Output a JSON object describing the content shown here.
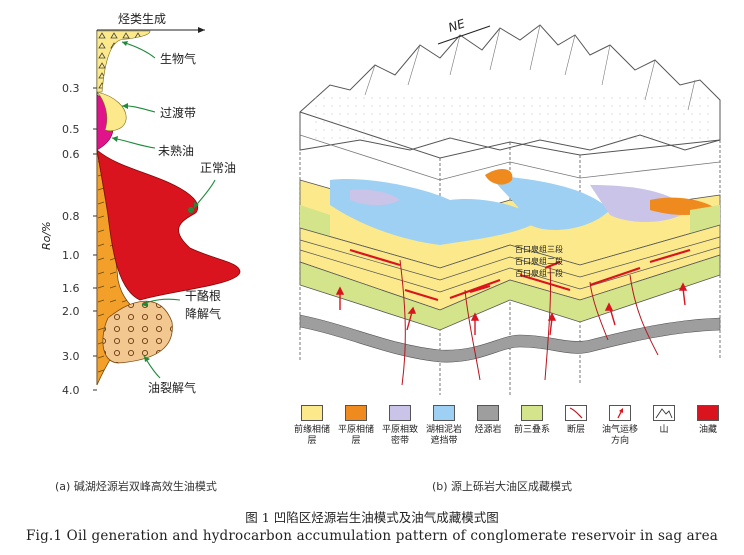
{
  "left_panel": {
    "axis_title": "烃类生成",
    "y_axis_label": "Ro/%",
    "ticks": [
      "0.3",
      "0.5",
      "0.6",
      "0.8",
      "1.0",
      "1.6",
      "2.0",
      "3.0",
      "4.0"
    ],
    "annotations": {
      "biogas": "生物气",
      "transition": "过渡带",
      "immature": "未熟油",
      "normal": "正常油",
      "kerogen_line1": "干酪根",
      "kerogen_line2": "降解气",
      "cracking": "油裂解气"
    }
  },
  "right_panel": {
    "compass": "NE",
    "strata": [
      "百口泉组三段",
      "百口泉组二段",
      "百口泉组一段"
    ]
  },
  "legend": [
    {
      "label": "前缘相储层",
      "color": "#fbe98c"
    },
    {
      "label": "平原相储层",
      "color": "#ef8a1f"
    },
    {
      "label": "平原相致密带",
      "color": "#c9c4e8"
    },
    {
      "label": "湖相泥岩遮挡带",
      "color": "#9dd0f3"
    },
    {
      "label": "烃源岩",
      "color": "#9e9e9e"
    },
    {
      "label": "前三叠系",
      "color": "#d4e48a"
    },
    {
      "label": "断层",
      "color": "#ffffff"
    },
    {
      "label": "油气运移方向",
      "color": "#ffffff"
    },
    {
      "label": "山",
      "color": "#ffffff"
    },
    {
      "label": "油藏",
      "color": "#d9141e"
    }
  ],
  "captions": {
    "sub_a": "(a) 碱湖烃源岩双峰高效生油模式",
    "sub_b": "(b) 源上砾岩大油区成藏模式",
    "figure_cn": "图 1   凹陷区烃源岩生油模式及油气成藏模式图",
    "figure_en": "Fig.1 Oil generation and hydrocarbon accumulation pattern of conglomerate reservoir in sag area"
  }
}
